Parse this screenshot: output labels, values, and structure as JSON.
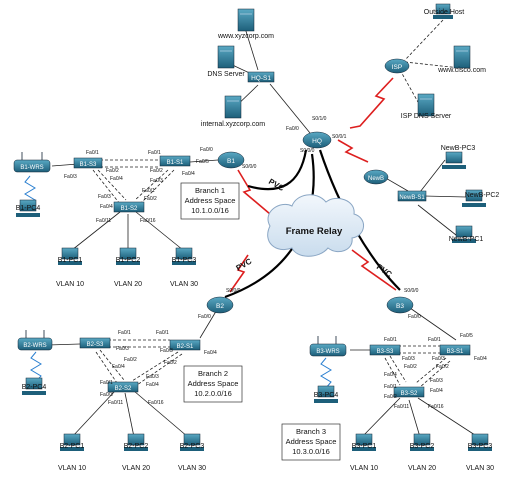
{
  "nodes": {
    "outside_host": "Outside Host",
    "www_cisco": "www.cisco.com",
    "isp": "ISP",
    "isp_dns": "ISP DNS Server",
    "www_xyz": "www.xyzcorp.com",
    "dns_server": "DNS Server",
    "hq_s1": "HQ-S1",
    "internal_xyz": "internal.xyzcorp.com",
    "hq": "HQ",
    "newb": "NewB",
    "newb_s1": "NewB-S1",
    "newb_pc1": "NewB-PC1",
    "newb_pc2": "NewB-PC2",
    "newb_pc3": "NewB-PC3",
    "b1": "B1",
    "b1_wrs": "B1-WRS",
    "b1_s1": "B1-S1",
    "b1_s2": "B1-S2",
    "b1_s3": "B1-S3",
    "b1_pc1": "B1-PC1",
    "b1_pc2": "B1-PC2",
    "b1_pc3": "B1-PC3",
    "b1_pc4": "B1-PC4",
    "b2": "B2",
    "b2_wrs": "B2-WRS",
    "b2_s1": "B2-S1",
    "b2_s2": "B2-S2",
    "b2_s3": "B2-S3",
    "b2_pc1": "B2-PC1",
    "b2_pc2": "B2-PC2",
    "b2_pc3": "B2-PC3",
    "b2_pc4": "B2-PC4",
    "b3": "B3",
    "b3_wrs": "B3-WRS",
    "b3_s1": "B3-S1",
    "b3_s2": "B3-S2",
    "b3_s3": "B3-S3",
    "b3_pc1": "B3-PC1",
    "b3_pc2": "B3-PC2",
    "b3_pc3": "B3-PC3",
    "b3_pc4": "B3-PC4"
  },
  "interfaces": {
    "s0_1_0": "S0/1/0",
    "s0_0_1": "S0/0/1",
    "s0_0_0": "S0/0/0",
    "fa0_0": "Fa0/0",
    "fa0_1": "Fa0/1",
    "fa0_2": "Fa0/2",
    "fa0_3": "Fa0/3",
    "fa0_4": "Fa0/4",
    "fa0_5": "Fa0/5",
    "fa0_11": "Fa0/11",
    "fa0_16": "Fa0/16"
  },
  "cloud": "Frame Relay",
  "pvc": "PVC",
  "vlans": {
    "v10": "VLAN 10",
    "v20": "VLAN 20",
    "v30": "VLAN 30"
  },
  "branches": [
    {
      "name": "Branch 1",
      "line2": "Address Space",
      "line3": "10.1.0.0/16"
    },
    {
      "name": "Branch 2",
      "line2": "Address Space",
      "line3": "10.2.0.0/16"
    },
    {
      "name": "Branch 3",
      "line2": "Address Space",
      "line3": "10.3.0.0/16"
    }
  ],
  "colors": {
    "device": "#2f7f9b",
    "wan_link": "#dd1f1f",
    "pvc": "#000000",
    "cloud": "#dbe8f5"
  }
}
